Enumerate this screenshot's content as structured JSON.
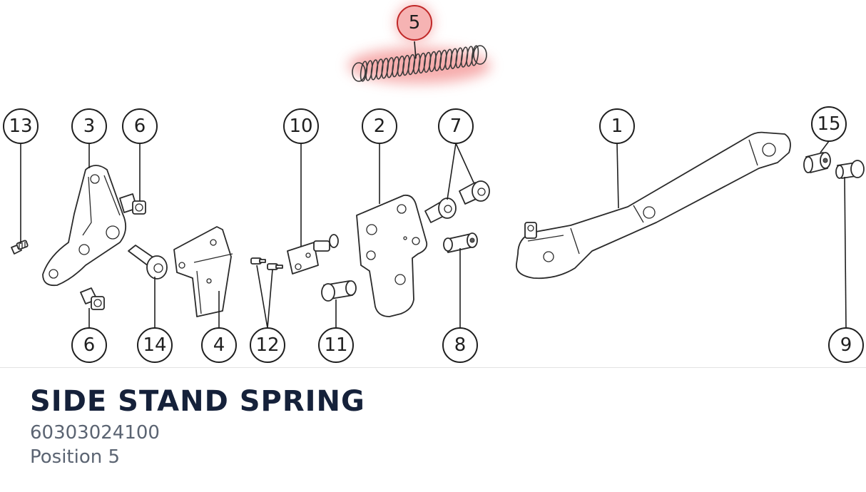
{
  "selected": {
    "name": "SIDE STAND SPRING",
    "part_number": "60303024100",
    "position": "Position 5"
  },
  "callouts": [
    {
      "key": "c13",
      "label": "13"
    },
    {
      "key": "c3",
      "label": "3"
    },
    {
      "key": "c6a",
      "label": "6"
    },
    {
      "key": "c6b",
      "label": "6"
    },
    {
      "key": "c14",
      "label": "14"
    },
    {
      "key": "c4",
      "label": "4"
    },
    {
      "key": "c12",
      "label": "12"
    },
    {
      "key": "c10",
      "label": "10"
    },
    {
      "key": "c11",
      "label": "11"
    },
    {
      "key": "c2",
      "label": "2"
    },
    {
      "key": "c7",
      "label": "7"
    },
    {
      "key": "c8",
      "label": "8"
    },
    {
      "key": "c5",
      "label": "5"
    },
    {
      "key": "c1",
      "label": "1"
    },
    {
      "key": "c15",
      "label": "15"
    },
    {
      "key": "c9",
      "label": "9"
    }
  ],
  "colors": {
    "highlight_fill": "#f6b3b3",
    "highlight_stroke": "#c02828",
    "title_text": "#15213a",
    "meta_text": "#5b6472"
  }
}
